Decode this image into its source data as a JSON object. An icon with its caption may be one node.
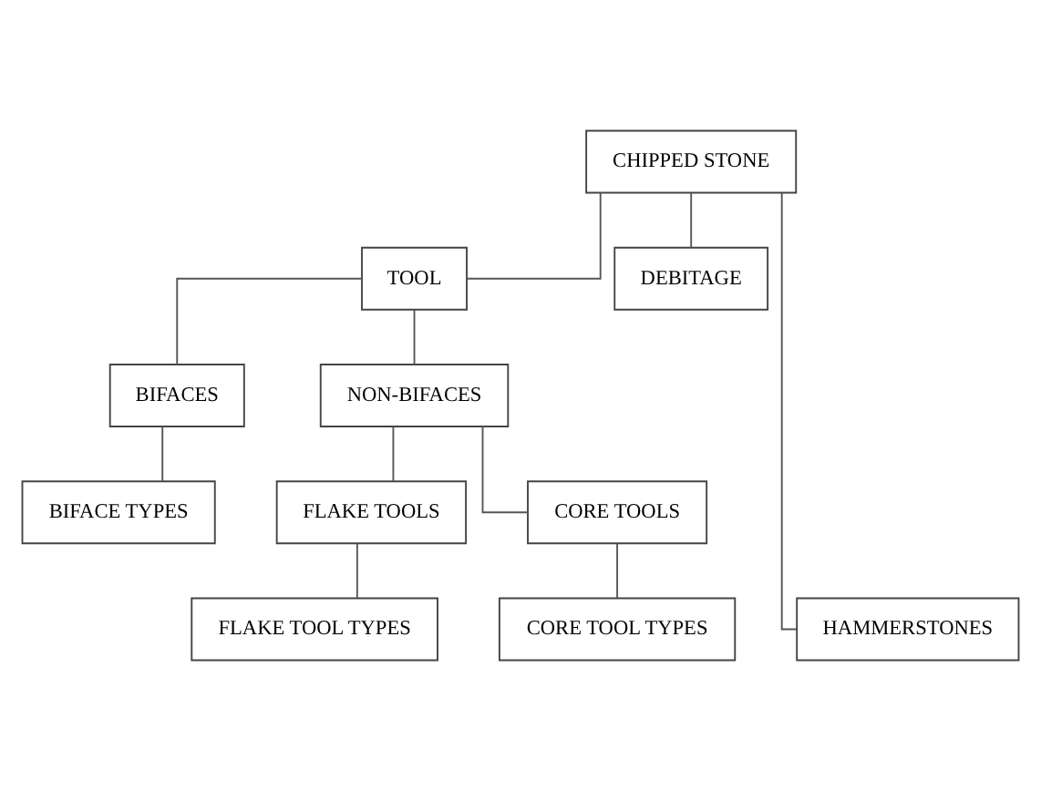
{
  "diagram": {
    "nodes": [
      {
        "text": [
          "CHIPPED STONE"
        ]
      },
      {
        "text": [
          "TOOL"
        ]
      },
      {
        "text": [
          "DEBITAGE"
        ]
      },
      {
        "text": [
          "BIFACES"
        ]
      },
      {
        "text": [
          "NON-BIFACES"
        ]
      },
      {
        "text": [
          "BIFACE TYPES"
        ]
      },
      {
        "text": [
          "FLAKE TOOLS"
        ]
      },
      {
        "text": [
          "CORE TOOLS"
        ]
      },
      {
        "text": [
          "HAMMERSTONES"
        ]
      },
      {
        "text": [
          "FLAKE TOOL TYPES"
        ]
      },
      {
        "text": [
          "CORE TOOL TYPES"
        ]
      }
    ],
    "edges": [
      {
        "from": 0,
        "to": 8,
        "arrow": "none"
      },
      {
        "from": 0,
        "to": 1,
        "arrow": "none"
      },
      {
        "from": 0,
        "to": 2,
        "arrow": "none"
      },
      {
        "from": 1,
        "to": 3,
        "arrow": "none"
      },
      {
        "from": 1,
        "to": 4,
        "arrow": "none"
      },
      {
        "from": 3,
        "to": 5,
        "arrow": "none"
      },
      {
        "from": 4,
        "to": 6,
        "arrow": "none"
      },
      {
        "from": 4,
        "to": 7,
        "arrow": "none"
      },
      {
        "from": 6,
        "to": 9,
        "arrow": "none"
      },
      {
        "from": 7,
        "to": 10,
        "arrow": "none"
      }
    ]
  }
}
